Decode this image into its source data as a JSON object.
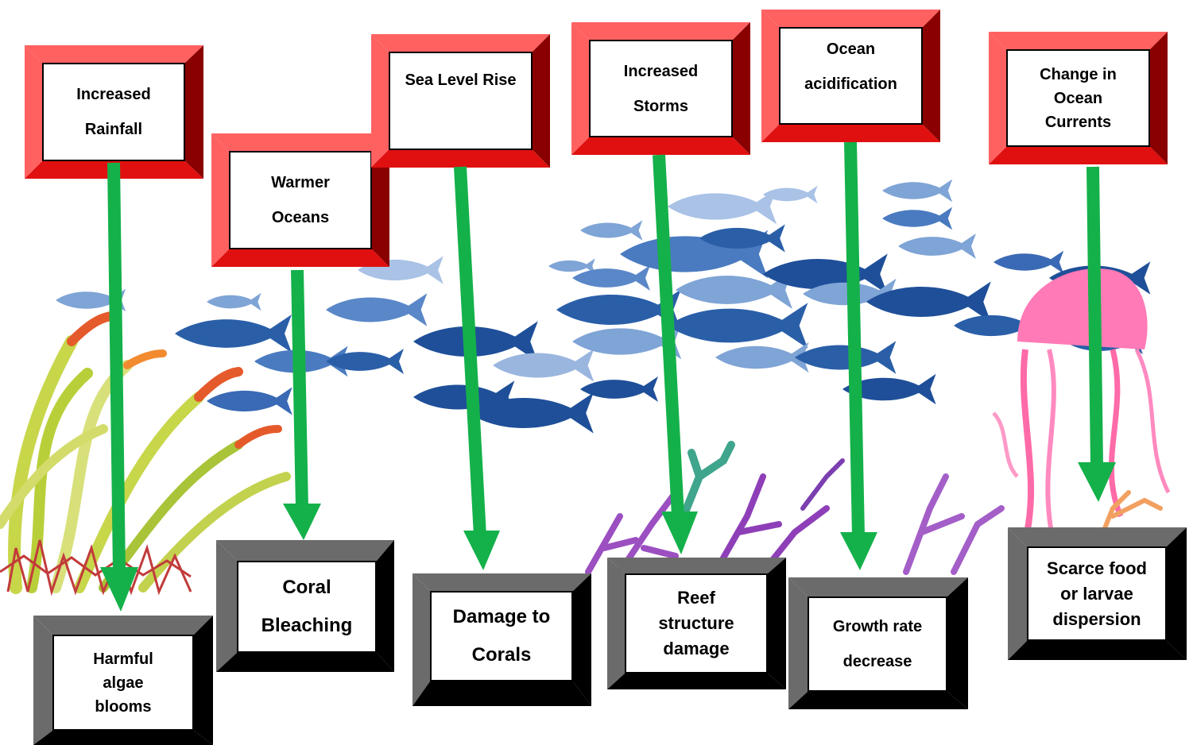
{
  "colors": {
    "cause_frame_light": "#ff6161",
    "cause_frame_mid": "#e01010",
    "cause_frame_dark": "#8a0000",
    "effect_frame_light": "#6b6b6b",
    "effect_frame_dark": "#000000",
    "arrow": "#14b14a",
    "fish_dark": "#1f4f99",
    "fish_light": "#7fa4d6",
    "seaweed": "#c8d64a",
    "coral_purple": "#9b4fc0",
    "coral_teal": "#3fa58c",
    "jellyfish": "#ff5aa8"
  },
  "causes": [
    {
      "id": "rainfall",
      "label": "Increased\nRainfall"
    },
    {
      "id": "warmer",
      "label": "Warmer\nOceans"
    },
    {
      "id": "sealevel",
      "label": "Sea Level Rise"
    },
    {
      "id": "storms",
      "label": "Increased\nStorms"
    },
    {
      "id": "acid",
      "label": "Ocean\nacidification"
    },
    {
      "id": "currents",
      "label": "Change in\nOcean\nCurrents"
    }
  ],
  "effects": [
    {
      "id": "algae",
      "label": "Harmful\nalgae\nblooms"
    },
    {
      "id": "bleaching",
      "label": "Coral\nBleaching"
    },
    {
      "id": "damage",
      "label": "Damage to\nCorals"
    },
    {
      "id": "reef",
      "label": "Reef\nstructure\ndamage"
    },
    {
      "id": "growth",
      "label": "Growth rate\ndecrease"
    },
    {
      "id": "food",
      "label": "Scarce food\nor larvae\ndispersion"
    }
  ]
}
